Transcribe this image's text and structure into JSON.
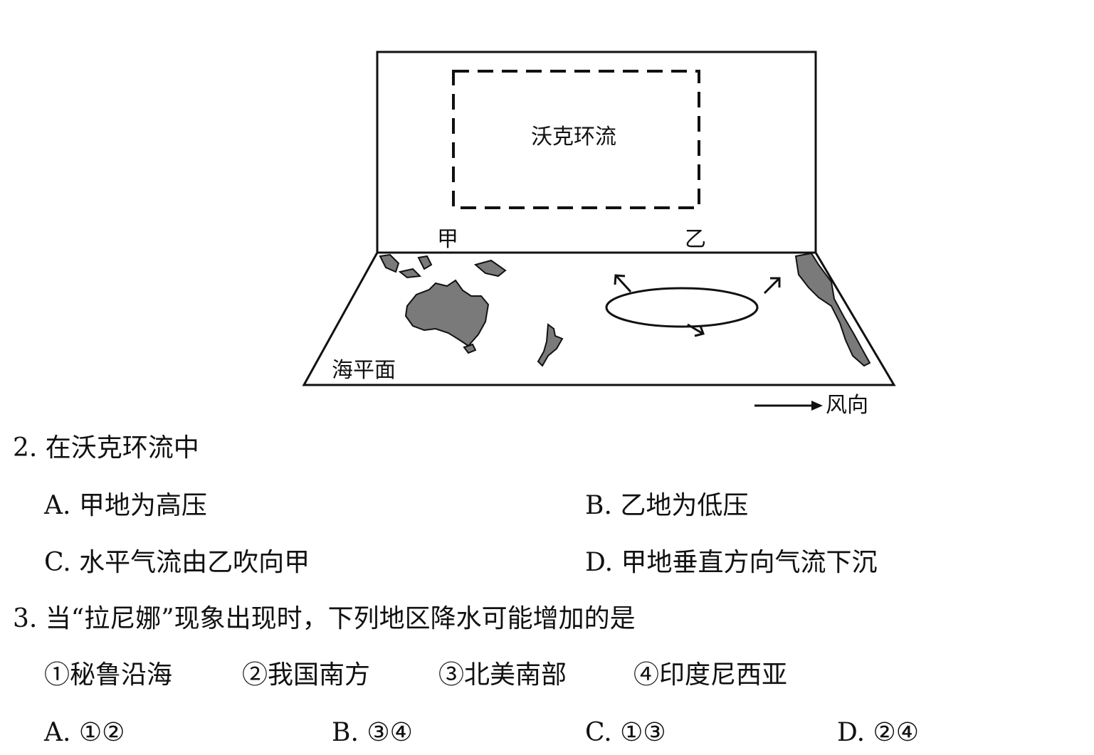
{
  "diagram": {
    "walker_label": "沃克环流",
    "jia_label": "甲",
    "yi_label": "乙",
    "sea_level_label": "海平面",
    "wind_label": "风向"
  },
  "q2": {
    "stem": "2. 在沃克环流中",
    "options": {
      "A": "A. 甲地为高压",
      "B": "B. 乙地为低压",
      "C": "C. 水平气流由乙吹向甲",
      "D": "D. 甲地垂直方向气流下沉"
    }
  },
  "q3": {
    "stem": "3. 当“拉尼娜”现象出现时，下列地区降水可能增加的是",
    "items": [
      "①秘鲁沿海",
      "②我国南方",
      "③北美南部",
      "④印度尼西亚"
    ],
    "options": {
      "A": "A.  ①②",
      "B": "B.  ③④",
      "C": "C.  ①③",
      "D": "D.  ②④"
    }
  }
}
